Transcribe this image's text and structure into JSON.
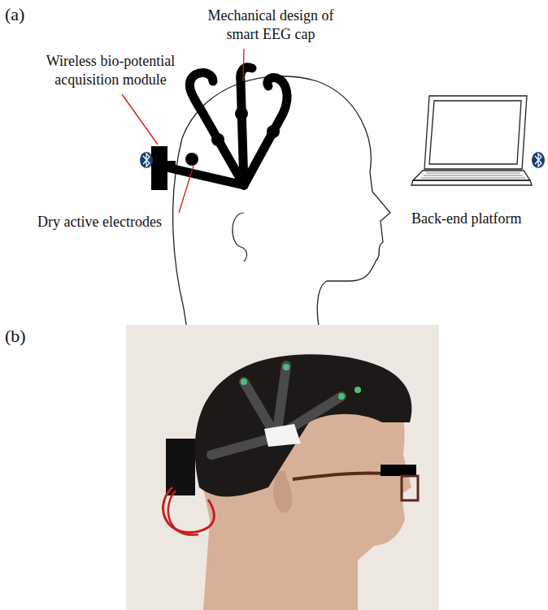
{
  "diagram": {
    "labels": [
      "(a)",
      "Mechanical design of smart EEG cap",
      "Wireless bio-potential acquisition module",
      "Dry active electrodes",
      "Back-end platform",
      "(b)"
    ]
  }
}
